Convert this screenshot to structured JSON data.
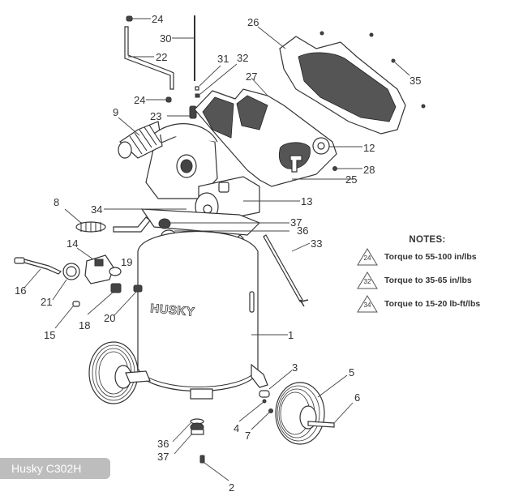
{
  "diagram": {
    "title": "Husky C302H",
    "brand_label": "HUSKY",
    "callouts": [
      {
        "id": "c24a",
        "label": "24"
      },
      {
        "id": "c30",
        "label": "30"
      },
      {
        "id": "c22",
        "label": "22"
      },
      {
        "id": "c31",
        "label": "31"
      },
      {
        "id": "c32",
        "label": "32"
      },
      {
        "id": "c24b",
        "label": "24"
      },
      {
        "id": "c23",
        "label": "23"
      },
      {
        "id": "c9",
        "label": "9"
      },
      {
        "id": "c26",
        "label": "26"
      },
      {
        "id": "c27",
        "label": "27"
      },
      {
        "id": "c35",
        "label": "35"
      },
      {
        "id": "c12",
        "label": "12"
      },
      {
        "id": "c28",
        "label": "28"
      },
      {
        "id": "c25",
        "label": "25"
      },
      {
        "id": "c8",
        "label": "8"
      },
      {
        "id": "c34",
        "label": "34"
      },
      {
        "id": "c13",
        "label": "13"
      },
      {
        "id": "c37a",
        "label": "37"
      },
      {
        "id": "c36a",
        "label": "36"
      },
      {
        "id": "c33",
        "label": "33"
      },
      {
        "id": "c14",
        "label": "14"
      },
      {
        "id": "c19",
        "label": "19"
      },
      {
        "id": "c16",
        "label": "16"
      },
      {
        "id": "c21",
        "label": "21"
      },
      {
        "id": "c18",
        "label": "18"
      },
      {
        "id": "c20",
        "label": "20"
      },
      {
        "id": "c15",
        "label": "15"
      },
      {
        "id": "c1",
        "label": "1"
      },
      {
        "id": "c3",
        "label": "3"
      },
      {
        "id": "c5",
        "label": "5"
      },
      {
        "id": "c6",
        "label": "6"
      },
      {
        "id": "c4",
        "label": "4"
      },
      {
        "id": "c7",
        "label": "7"
      },
      {
        "id": "c36b",
        "label": "36"
      },
      {
        "id": "c37b",
        "label": "37"
      },
      {
        "id": "c2",
        "label": "2"
      }
    ],
    "notes": {
      "title": "NOTES:",
      "items": [
        {
          "ref": "24",
          "text": "Torque to 55-100 in/lbs"
        },
        {
          "ref": "32",
          "text": "Torque to 35-65 in/lbs"
        },
        {
          "ref": "34",
          "text": "Torque to 15-20 lb-ft/lbs"
        }
      ]
    }
  }
}
